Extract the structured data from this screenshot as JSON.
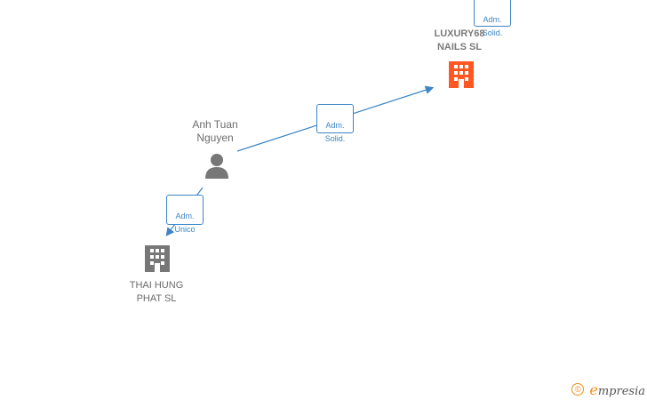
{
  "nodes": {
    "luxury": {
      "name": "LUXURY68\nNAILS  SL",
      "type": "company",
      "color": "#ff5722"
    },
    "person": {
      "name": "Anh Tuan\nNguyen",
      "type": "person",
      "color": "#777777"
    },
    "thai": {
      "name": "THAI HUNG\nPHAT  SL",
      "type": "company",
      "color": "#777777"
    }
  },
  "edges": {
    "top_partial": {
      "label": "Adm.\nSolid."
    },
    "person_to_luxury": {
      "label": "Adm.\nSolid."
    },
    "person_to_thai": {
      "label": "Adm.\nUnico"
    }
  },
  "footer": {
    "copyright_symbol": "©",
    "brand_initial": "e",
    "brand_rest": "mpresia"
  },
  "colors": {
    "edge": "#3d85c6",
    "accent": "#f28c1c"
  }
}
